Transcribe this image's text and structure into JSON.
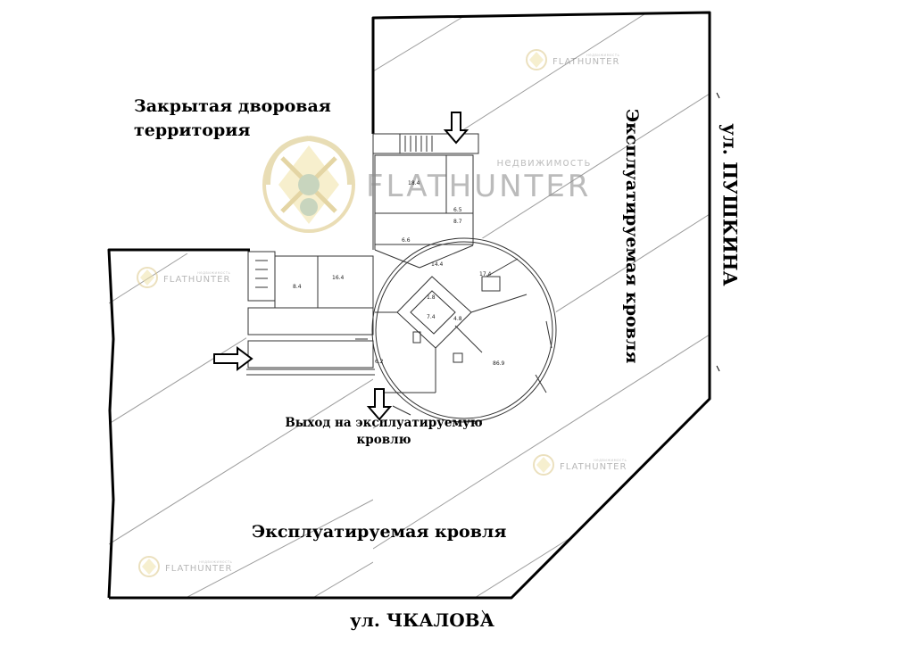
{
  "labels": {
    "yard": "Закрытая дворовая территория",
    "roof_vertical": "Эксплуатируемая кровля",
    "street_right": "ул. ПУШКИНА",
    "exit": "Выход на эксплуатируемую кровлю",
    "roof_bottom": "Эксплуатируемая кровля",
    "street_bottom": "ул. ЧКАЛОВА"
  },
  "watermark": {
    "brand": "FLATHUNTER",
    "subtitle": "недвижимость"
  },
  "plan": {
    "room_areas": [
      "18.4",
      "6.5",
      "6.6",
      "16.4",
      "8.4",
      "14.4",
      "8.7",
      "17.4",
      "1.8",
      "7.4",
      "4.8",
      "86.9",
      "6.2"
    ]
  },
  "colors": {
    "line": "#000000",
    "hatch": "#9e9e9e",
    "watermark_gold": "#e6cf73",
    "watermark_gray": "#8e8e8e"
  }
}
